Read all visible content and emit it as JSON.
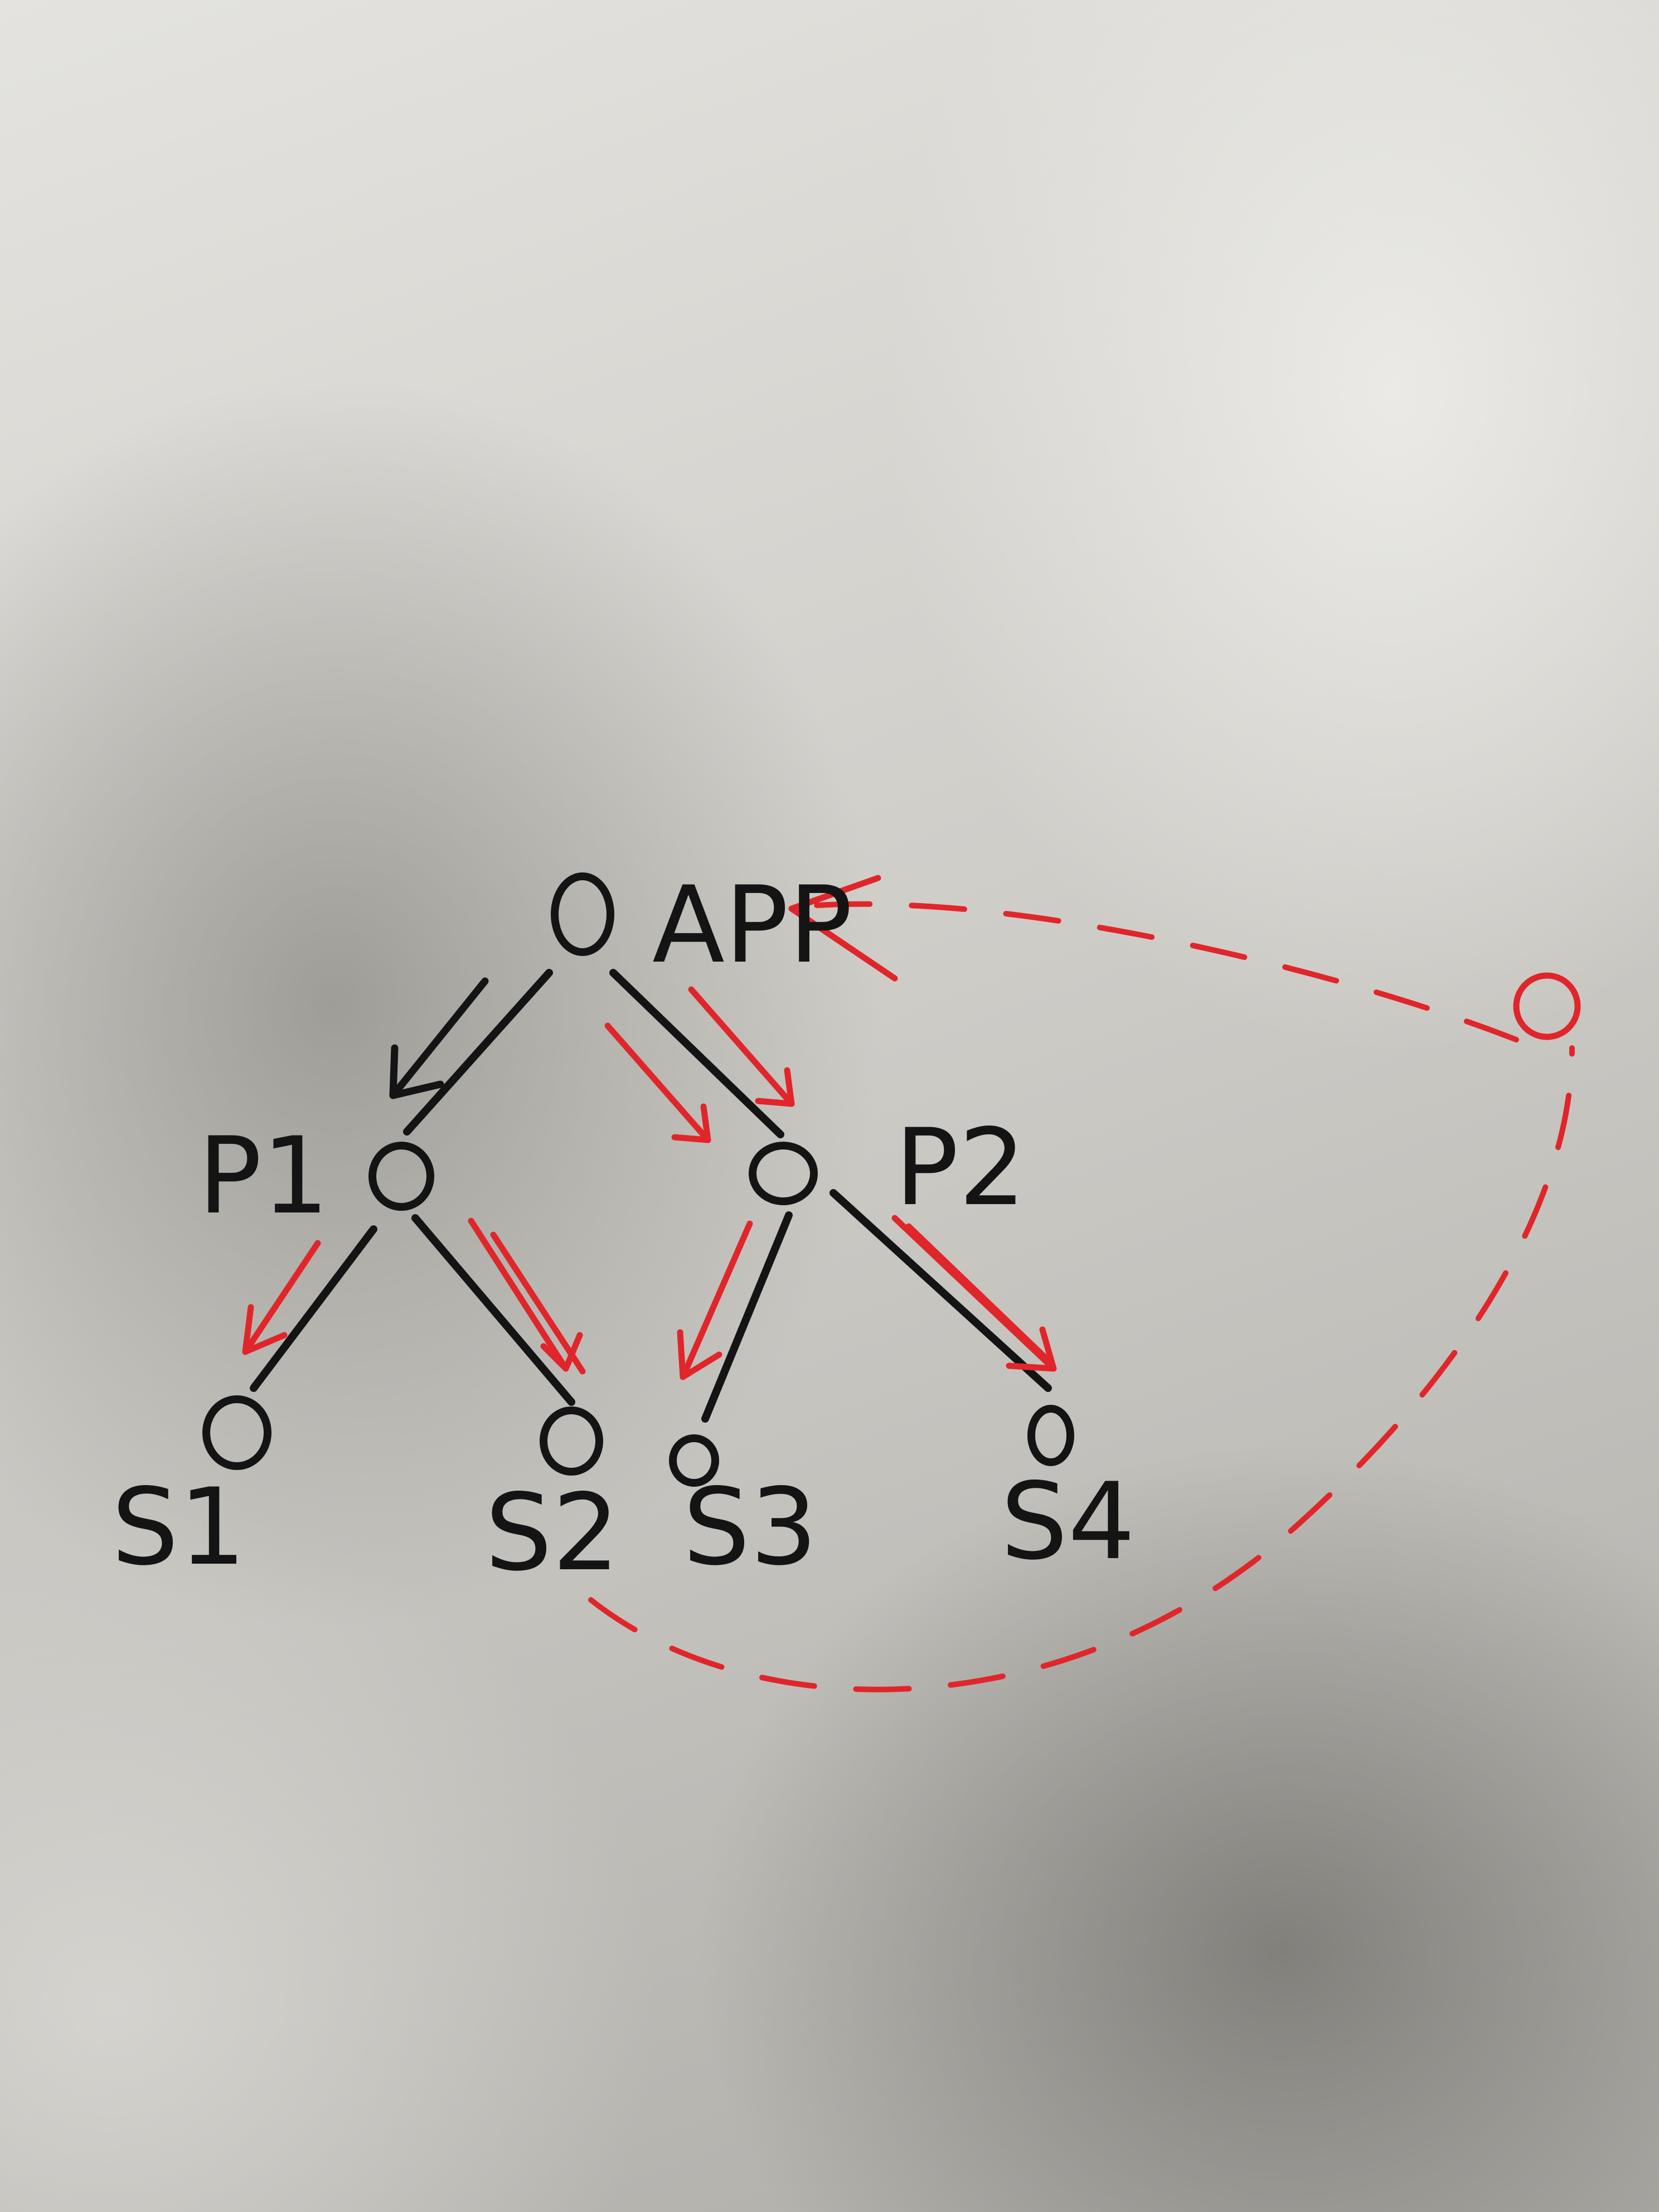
{
  "diagram": {
    "nodes": {
      "app": "APP",
      "p1": "P1",
      "p2": "P2",
      "s1": "S1",
      "s2": "S2",
      "s3": "S3",
      "s4": "S4"
    }
  },
  "colors": {
    "ink": "#141414",
    "red_ink": "#e0262a",
    "paper": "#dcdbd6"
  }
}
